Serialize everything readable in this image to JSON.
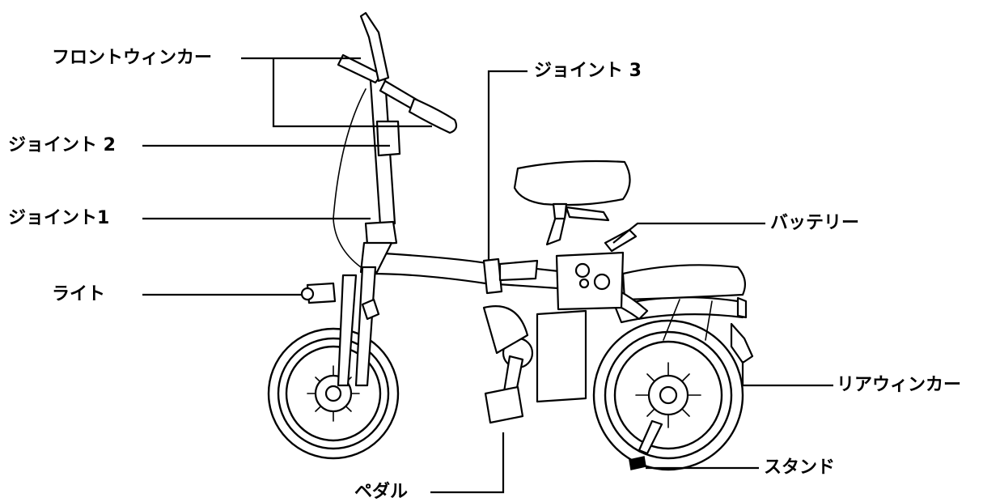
{
  "labels": {
    "front_winker": "フロントウィンカー",
    "joint2": "ジョイント 2",
    "joint1": "ジョイント1",
    "light": "ライト",
    "pedal": "ペダル",
    "joint3": "ジョイント 3",
    "battery": "バッテリー",
    "rear_winker": "リアウィンカー",
    "stand": "スタンド"
  }
}
